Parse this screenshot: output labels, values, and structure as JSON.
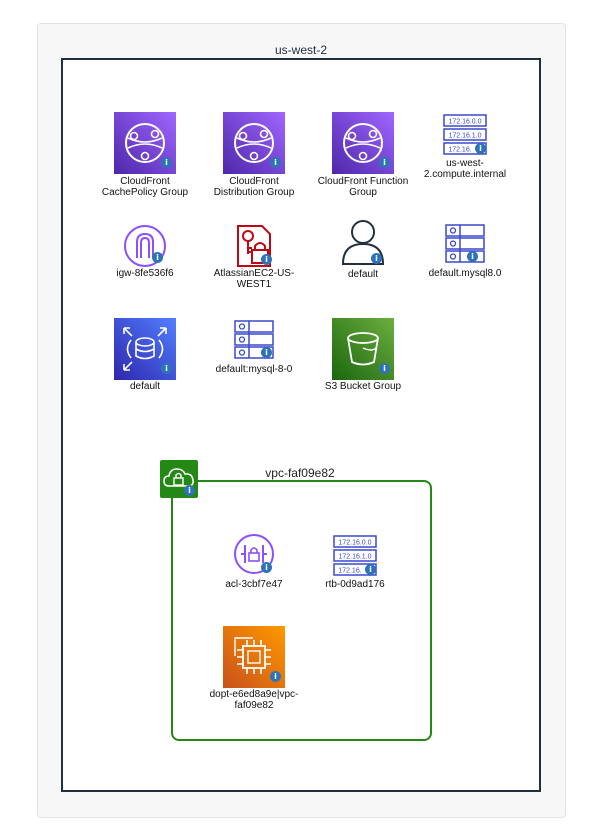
{
  "region": {
    "label": "us-west-2"
  },
  "vpc": {
    "label": "vpc-faf09e82"
  },
  "nodes": {
    "cf_cache": "CloudFront CachePolicy Group",
    "cf_dist": "CloudFront Distribution Group",
    "cf_func": "CloudFront Function Group",
    "compute_internal": "us-west-2.compute.internal",
    "igw": "igw-8fe536f6",
    "atlassian": "AtlassianEC2-US-WEST1",
    "default_user": "default",
    "default_mysql80": "default.mysql8.0",
    "default_rds": "default",
    "default_mysql_8_0": "default:mysql-8-0",
    "s3_group": "S3 Bucket Group",
    "acl": "acl-3cbf7e47",
    "rtb": "rtb-0d9ad176",
    "dopt": "dopt-e6ed8a9e|vpc-faf09e82"
  },
  "route_table_rows": [
    "172.16.0.0",
    "172.16.1.0",
    "172.16."
  ],
  "icons": {
    "info_badge": "i",
    "colors": {
      "purple": "#8c4fff",
      "blue": "#3b48cc",
      "green": "#248814",
      "orange": "#ed7100",
      "red": "#bf0816",
      "dark": "#232f3e",
      "info": "#2e73b8"
    }
  }
}
